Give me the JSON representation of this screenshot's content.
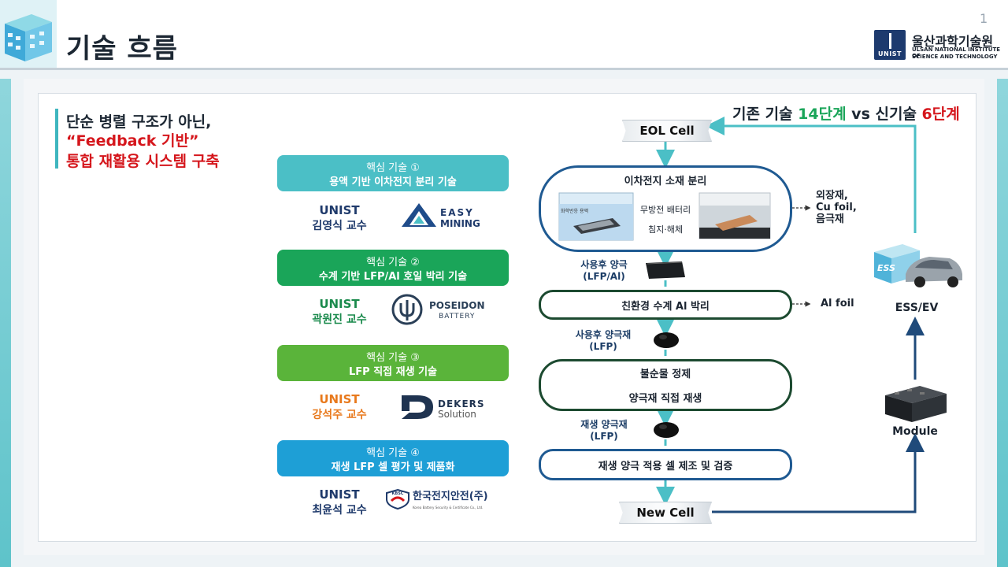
{
  "header": {
    "title": "기술 흐름",
    "page_number": "1"
  },
  "org": {
    "logo_text": "UNIST",
    "name_ko": "울산과학기술원",
    "name_en_line1": "ULSAN NATIONAL INSTITUTE OF",
    "name_en_line2": "SCIENCE AND TECHNOLOGY"
  },
  "headline": {
    "line1": "단순 병렬 구조가 아닌,",
    "line2": "“Feedback 기반”",
    "line3": "통합 재활용 시스템 구축"
  },
  "comparison": {
    "prefix": "기존 기술 ",
    "old_steps": "14단계",
    "mid": " vs 신기술 ",
    "new_steps": "6단계"
  },
  "colors": {
    "core1": "#4bbfc6",
    "core2": "#1aa559",
    "core3": "#5ab43a",
    "core4": "#1e9fd6",
    "accent_green": "#1aa559",
    "accent_red": "#d5161c",
    "navy": "#1f3a6b",
    "teal": "#3fb6bf"
  },
  "core_techs": [
    {
      "title": "핵심 기술 ①",
      "desc": "용액 기반 이차전지 분리 기술",
      "univ": "UNIST",
      "prof": "김영식 교수",
      "company_l1": "EASY",
      "company_l2": "MINING"
    },
    {
      "title": "핵심 기술 ②",
      "desc": "수계 기반 LFP/Al 호일 박리 기술",
      "univ": "UNIST",
      "prof": "곽원진 교수",
      "company_l1": "POSEIDON",
      "company_l2": "BATTERY"
    },
    {
      "title": "핵심 기술 ③",
      "desc": "LFP 직접 재생 기술",
      "univ": "UNIST",
      "prof": "강석주 교수",
      "company_l1": "DEKERS",
      "company_l2": "Solution"
    },
    {
      "title": "핵심 기술 ④",
      "desc": "재생 LFP 셀 평가 및 제품화",
      "univ": "UNIST",
      "prof": "최윤석 교수",
      "company_l1": "한국전지안전(주)",
      "company_l2": "Korea Battery Security & Certificate Co., Ltd.",
      "seal": "KBSC"
    }
  ],
  "flow": {
    "eol": "EOL Cell",
    "step1": "이차전지 소재 분리",
    "img1_label": "화학반응 용액",
    "mid_top": "무방전 배터리",
    "mid_bottom": "침지·해체",
    "side1_l1": "외장재,",
    "side1_l2": "Cu foil,",
    "side1_l3": "음극재",
    "lbl1_l1": "사용후 양극",
    "lbl1_l2": "(LFP/Al)",
    "step2": "친환경 수계 Al 박리",
    "side2": "Al foil",
    "lbl2_l1": "사용후 양극재",
    "lbl2_l2": "(LFP)",
    "step3a": "불순물 정제",
    "step3b": "양극재 직접 재생",
    "lbl3_l1": "재생 양극재",
    "lbl3_l2": "(LFP)",
    "step4": "재생 양극 적용 셀 제조 및 검증",
    "new_cell": "New Cell",
    "module": "Module",
    "ess_ev": "ESS/EV",
    "ess_tag": "ESS"
  }
}
